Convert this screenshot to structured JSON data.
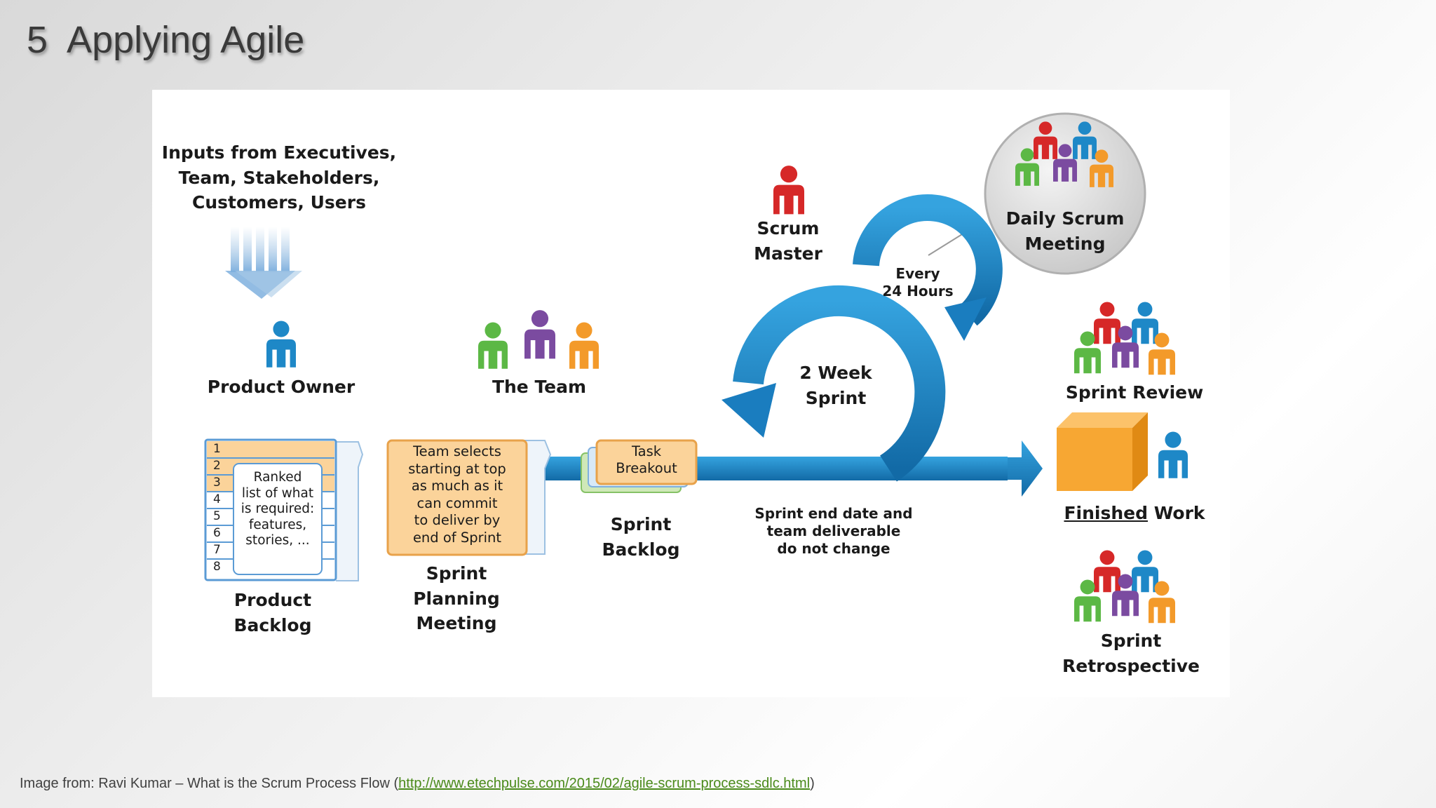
{
  "slide": {
    "title": "5  Applying Agile"
  },
  "diagram": {
    "inputs_label": "Inputs from Executives,\nTeam, Stakeholders,\nCustomers, Users",
    "product_owner": "Product Owner",
    "the_team": "The Team",
    "scrum_master": "Scrum\nMaster",
    "daily_scrum": "Daily Scrum\nMeeting",
    "every_24": "Every\n24 Hours",
    "sprint_cycle": "2 Week\nSprint",
    "sprint_review": "Sprint Review",
    "finished_work_a": "Finished",
    "finished_work_b": " Work",
    "sprint_retro": "Sprint\nRetrospective",
    "backlog_rows": [
      "1",
      "2",
      "3",
      "4",
      "5",
      "6",
      "7",
      "8"
    ],
    "backlog_note": "Ranked\nlist of what\nis required:\nfeatures,\nstories, ...",
    "product_backlog": "Product\nBacklog",
    "planning_note": "Team selects\nstarting at top\nas much as it\ncan commit\nto deliver by\nend of Sprint",
    "sprint_planning": "Sprint\nPlanning\nMeeting",
    "task_breakout": "Task\nBreakout",
    "sprint_backlog": "Sprint\nBacklog",
    "sprint_end_note": "Sprint end date and\nteam deliverable\ndo not change"
  },
  "caption": {
    "prefix": "Image from: Ravi Kumar – What is the Scrum Process Flow (",
    "link": "http://www.etechpulse.com/2015/02/agile-scrum-process-sdlc.html",
    "suffix": ")"
  },
  "colors": {
    "blue": "#1e88c7",
    "red": "#d62828",
    "green": "#5cb845",
    "purple": "#7b4ba0",
    "orange": "#f39a2a",
    "note_orange": "#fbd39a",
    "link": "#4a8a1a"
  },
  "icons": [
    "person-icon",
    "group-icon",
    "cube-icon",
    "arrow-icon"
  ]
}
